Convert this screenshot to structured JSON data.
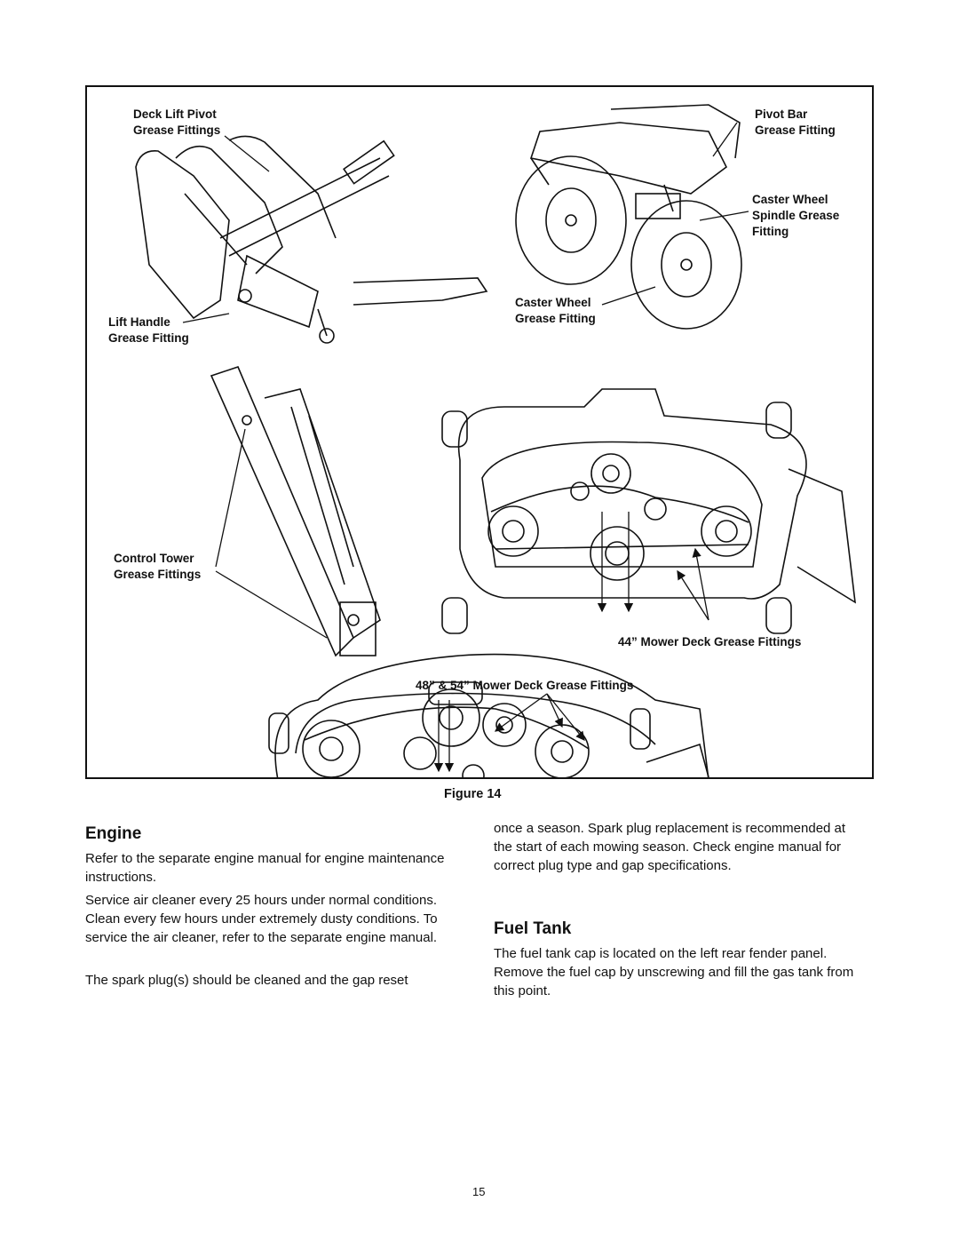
{
  "figure": {
    "caption": "Figure 14",
    "callouts": {
      "deck_lift_pivot": [
        "Deck Lift Pivot",
        "Grease Fittings"
      ],
      "pivot_bar": [
        "Pivot Bar",
        "Grease Fitting"
      ],
      "caster_spindle": [
        "Caster Wheel",
        "Spindle Grease",
        "Fitting"
      ],
      "caster_wheel": [
        "Caster Wheel",
        "Grease Fitting"
      ],
      "lift_handle": [
        "Lift Handle",
        "Grease Fitting"
      ],
      "control_tower": [
        "Control Tower",
        "Grease Fittings"
      ],
      "deck44": "44” Mower Deck Grease Fittings",
      "deck48": "48” & 54” Mower Deck Grease Fittings"
    }
  },
  "engine": {
    "heading": "Engine",
    "p1": "Refer to the separate engine manual for engine maintenance instructions.",
    "p2": "Service air cleaner every 25 hours under normal conditions. Clean every few hours under extremely dusty conditions. To service the air cleaner, refer to the separate engine manual.",
    "p3": "The spark plug(s) should be cleaned and the gap reset",
    "p3_cont": "once a season. Spark plug replacement is recommended at the start of each mowing season. Check engine manual for correct plug type and gap specifications."
  },
  "fuel_tank": {
    "heading": "Fuel Tank",
    "p1": "The fuel tank cap is located on the left rear fender panel. Remove the fuel cap by unscrewing and fill the gas tank from this point."
  },
  "page_number": "15"
}
